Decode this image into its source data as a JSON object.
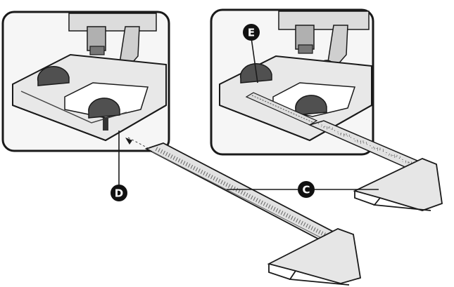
{
  "callouts": {
    "d": "D",
    "e": "E",
    "c": "C"
  },
  "colors": {
    "ink": "#1a1a1a",
    "panel_fill": "#f6f6f6",
    "metal": "#d9d9d9",
    "metal_dark": "#8c8c8c",
    "knob": "#505050",
    "callout_fill": "#111111"
  }
}
